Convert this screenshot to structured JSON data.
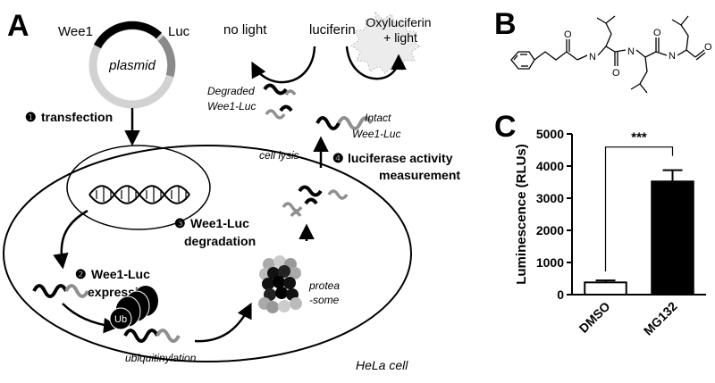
{
  "panels": {
    "A": {
      "letter": "A",
      "plasmid": {
        "left_label": "Wee1",
        "right_label": "Luc",
        "center_label": "plasmid"
      },
      "steps": [
        {
          "number": "❶",
          "text": "transfection"
        },
        {
          "number": "❷",
          "text": "Wee1-Luc",
          "text2": "expression"
        },
        {
          "number": "❸",
          "text": "Wee1-Luc",
          "text2": "degradation"
        },
        {
          "number": "❹",
          "text": "luciferase activity",
          "text2": "measurement"
        }
      ],
      "labels": {
        "no_light": "no light",
        "luciferin": "luciferin",
        "oxyluciferin_1": "Oxyluciferin",
        "oxyluciferin_2": "+ light",
        "degraded_1": "Degraded",
        "degraded_2": "Wee1-Luc",
        "intact_1": "Intact",
        "intact_2": "Wee1-Luc",
        "cell_lysis": "cell lysis",
        "proteasome_1": "protea",
        "proteasome_2": "-some",
        "ub": "Ub",
        "ubiquitinylation": "ubiquitinylation",
        "hela": "HeLa cell"
      }
    },
    "B": {
      "letter": "B",
      "atoms": {
        "n": "N",
        "o": "O"
      }
    },
    "C": {
      "letter": "C"
    }
  },
  "chart_data": {
    "type": "bar",
    "categories": [
      "DMSO",
      "MG132"
    ],
    "values": [
      380,
      3520
    ],
    "errors": [
      60,
      350
    ],
    "bar_colors": [
      "#ffffff",
      "#000000"
    ],
    "title": "",
    "xlabel": "",
    "ylabel": "Luminescence (RLUs)",
    "ylim": [
      0,
      5000
    ],
    "yticks": [
      0,
      1000,
      2000,
      3000,
      4000,
      5000
    ],
    "grid": false,
    "significance": "***"
  }
}
